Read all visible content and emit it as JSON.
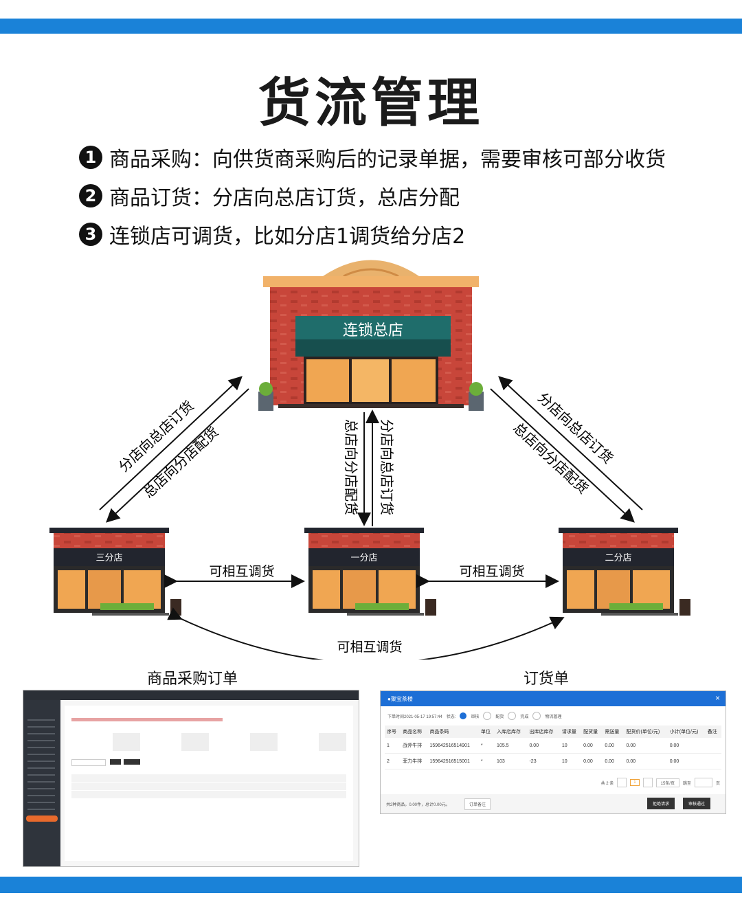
{
  "title": "货流管理",
  "points": [
    {
      "num": "1",
      "text": "商品采购：向供货商采购后的记录单据，需要审核可部分收货"
    },
    {
      "num": "2",
      "text": "商品订货：分店向总店订货，总店分配"
    },
    {
      "num": "3",
      "text": "连锁店可调货，比如分店1调货给分店2"
    }
  ],
  "diagram": {
    "hq": "连锁总店",
    "store_left": "三分店",
    "store_mid": "一分店",
    "store_right": "二分店",
    "left_upper": "分店向总店订货",
    "left_lower": "总店向分店配货",
    "mid_left": "总店向分店配货",
    "mid_right": "分店向总店订货",
    "right_upper": "分店向总店订货",
    "right_lower": "总店向分店配货",
    "transfer_left": "可相互调货",
    "transfer_right": "可相互调货",
    "transfer_bottom": "可相互调货"
  },
  "purchase": {
    "title": "商品采购订单"
  },
  "order": {
    "title": "订货单",
    "header": "●聚宝茶楼",
    "close": "×",
    "time_label": "下单时间2021-05-17 19:57:44",
    "status_label": "状态:",
    "steps": [
      "审核",
      "配货",
      "完成",
      "物流管理"
    ],
    "columns": [
      "序号",
      "商品名称",
      "商品条码",
      "单位",
      "入库店库存",
      "出库店库存",
      "请求量",
      "配货量",
      "需送量",
      "配货价(单位/元)",
      "小计(单位/元)",
      "备注"
    ],
    "rows": [
      [
        "1",
        "战斧牛排",
        "15964251651490​1",
        "*",
        "105.5",
        "0.00",
        "10",
        "0.00",
        "0.00",
        "0.00",
        "0.00",
        ""
      ],
      [
        "2",
        "菲力牛排",
        "159642516515001",
        "*",
        "103",
        "-23",
        "10",
        "0.00",
        "0.00",
        "0.00",
        "0.00",
        ""
      ]
    ],
    "pager_total": "共 2 条",
    "pager_page": "1",
    "pager_size": "15条/页",
    "pager_goto": "跳至",
    "pager_unit": "页",
    "summary": "共2种商品，0.00件，总计0.00元。",
    "note_button": "订单备注",
    "reject_button": "拒绝请求",
    "approve_button": "审核通过"
  },
  "colors": {
    "accent": "#1a82d8",
    "brick": "#c8463a",
    "awning": "#1f6d6b",
    "dark": "#22252e"
  }
}
